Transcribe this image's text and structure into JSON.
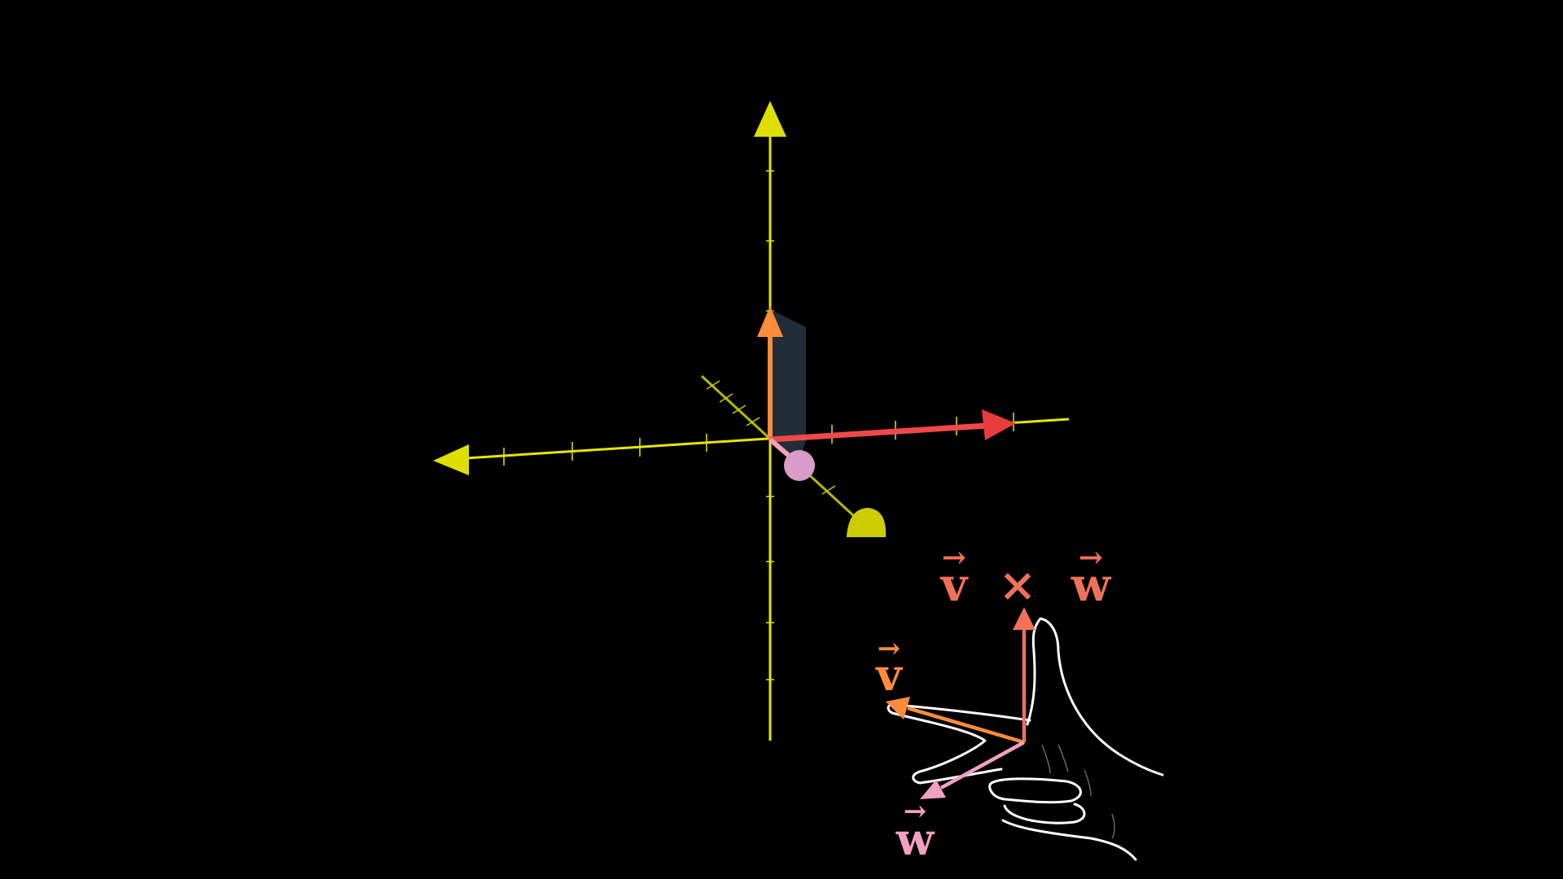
{
  "scene": {
    "background": "#000000",
    "axis_color": "#e6e600",
    "cross_product_color": "#f0705a",
    "v_color": "#ff8c3a",
    "w_color": "#f2a0c0",
    "hand_outline_color": "#ffffff",
    "parallelogram_color": "#2e3d4a"
  },
  "vectors": [
    {
      "name": "v",
      "color": "#ff8c3a"
    },
    {
      "name": "w",
      "color": "#f2a0c0"
    },
    {
      "name": "v x w",
      "color": "#f0705a"
    }
  ],
  "labels": {
    "cross_v": "v",
    "cross_op": "×",
    "cross_w": "w",
    "hand_v": "v",
    "hand_w": "w",
    "vector_arrow": "→"
  }
}
